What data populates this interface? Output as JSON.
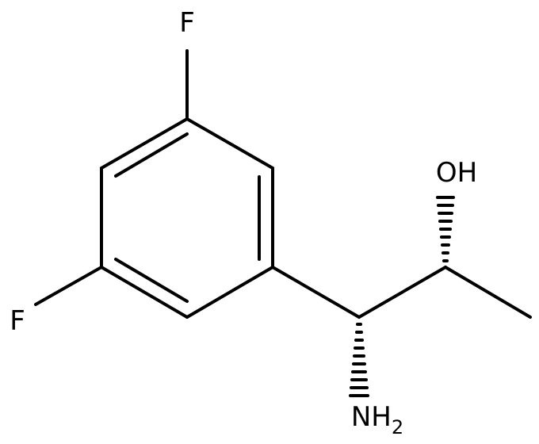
{
  "molecule": {
    "atoms": {
      "fluorine_top": "F",
      "fluorine_left": "F",
      "hydroxyl": "OH",
      "amino_main": "NH",
      "amino_subscript": "2"
    },
    "colors": {
      "bond": "#000000",
      "label": "#000000",
      "background": "#ffffff"
    }
  }
}
